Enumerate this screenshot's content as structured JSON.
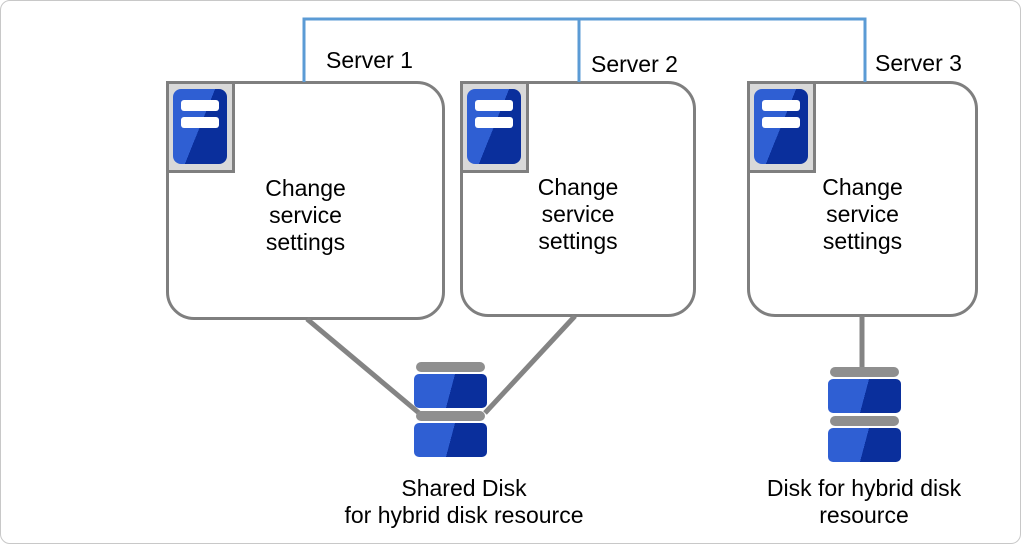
{
  "diagram": {
    "title": "",
    "servers": [
      {
        "name": "Server 1",
        "action": "Change\nservice\nsettings",
        "icon": "server-tower-icon"
      },
      {
        "name": "Server 2",
        "action": "Change\nservice\nsettings",
        "icon": "server-tower-icon"
      },
      {
        "name": "Server 3",
        "action": "Change\nservice\nsettings",
        "icon": "server-tower-icon"
      }
    ],
    "disks": [
      {
        "label": "Shared Disk\nfor hybrid disk resource",
        "icon": "disk-stack-icon",
        "connected_to": "Server 1, Server 2"
      },
      {
        "label": "Disk for hybrid disk\nresource",
        "icon": "disk-stack-icon",
        "connected_to": "Server 3"
      }
    ],
    "colors": {
      "network_line_blue": "#5B9BD5",
      "link_line_gray": "#848484",
      "box_border_gray": "#7F7F7F",
      "icon_frame_fill": "#D9D9D9",
      "icon_blue_light": "#2F5FD3",
      "icon_blue_dark": "#0A2F9C",
      "disk_cap_gray": "#8F8F8F",
      "canvas_border": "#C8C8C8",
      "text": "#000000"
    }
  }
}
